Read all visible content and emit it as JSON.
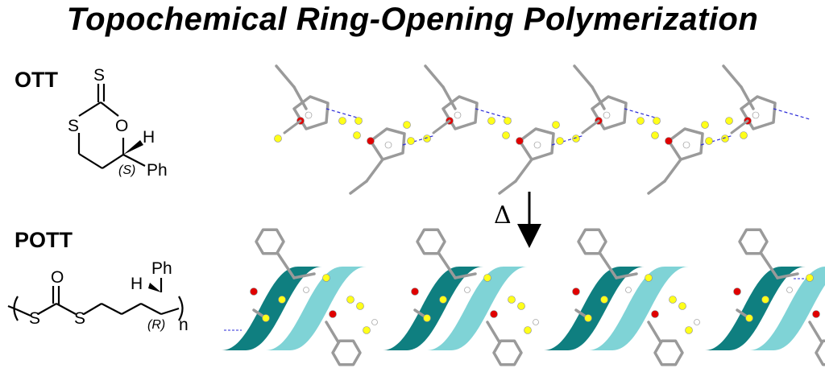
{
  "title": "Topochemical Ring-Opening Polymerization",
  "ott": {
    "label": "OTT",
    "atom_s_exo": "S",
    "atom_s_ring": "S",
    "atom_o": "O",
    "atom_h": "H",
    "atom_ph": "Ph",
    "stereo": "(S)"
  },
  "pott": {
    "label": "POTT",
    "atom_o": "O",
    "atom_s1": "S",
    "atom_s2": "S",
    "atom_h": "H",
    "atom_ph": "Ph",
    "stereo": "(R)",
    "repeat": "n"
  },
  "arrow": {
    "label": "Δ"
  },
  "colors": {
    "sulfur": "#ffff1a",
    "oxygen": "#e00000",
    "carbon": "#9a9a9a",
    "hydrogen": "#ffffff",
    "ribbon_dark": "#0f7f80",
    "ribbon_light": "#7fd3d6",
    "contact": "#2b2bd8"
  },
  "icons": {
    "crystal_packing": "ott-crystal-packing-model",
    "helix": "pott-helical-structure-model"
  }
}
